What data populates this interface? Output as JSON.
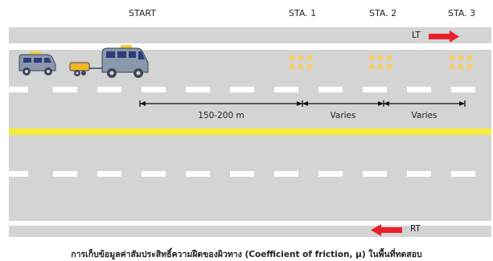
{
  "headers": {
    "start": "START",
    "sta1": "STA. 1",
    "sta2": "STA. 2",
    "sta3": "STA. 3"
  },
  "segments": {
    "seg1": "150-200 m",
    "seg2": "Varies",
    "seg3": "Varies"
  },
  "directions": {
    "lt": "LT",
    "rt": "RT"
  },
  "caption": "การเก็บข้อมูลค่าสัมประสิทธิ์ความฝืดของผิวทาง (Coefficient of friction, μ) ในพื้นที่ทดสอบ",
  "colors": {
    "road": "#d4d4d4",
    "center_line": "#f5ec3b",
    "arrow": "#e8202a",
    "test_point": "#f8cf58",
    "vehicle": "#8a98ab",
    "trailer": "#f2b62a"
  }
}
